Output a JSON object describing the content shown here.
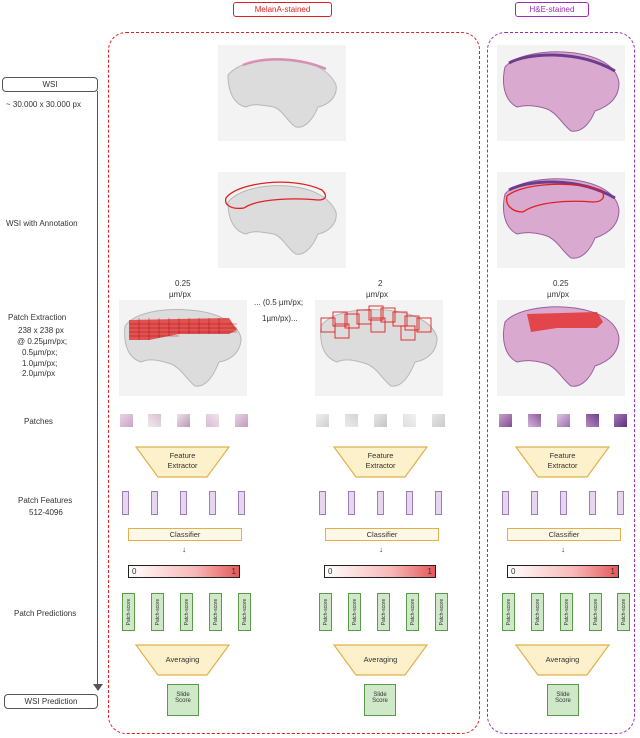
{
  "headers": {
    "melan": "MelanA-stained",
    "he": "H&E-stained"
  },
  "left": {
    "wsi_box": "WSI",
    "wsi_size": "~ 30.000 x 30.000 px",
    "wsi_annotation": "WSI with Annotation",
    "patch_extraction": "Patch Extraction",
    "patch_size": "238 x 238 px",
    "res1": "@ 0.25µm/px;",
    "res2": "0.5µm/px;",
    "res3": "1.0µm/px;",
    "res4": "2.0µm/px",
    "patches": "Patches",
    "patch_features": "Patch Features",
    "feature_dims": "512-4096",
    "patch_predictions": "Patch Predictions",
    "wsi_prediction": "WSI Prediction"
  },
  "melan": {
    "res_left_1": "0.25",
    "res_left_2": "µm/px",
    "res_mid_1": "... (0.5 µm/px;",
    "res_mid_2": "1µm/px)...",
    "res_right_1": "2",
    "res_right_2": "µm/px"
  },
  "he": {
    "res_1": "0.25",
    "res_2": "µm/px"
  },
  "blocks": {
    "feature_extractor_1": "Feature",
    "feature_extractor_2": "Extractor",
    "classifier": "Classifier",
    "bar_min": "0",
    "bar_max": "1",
    "patch_score": "Patch-score",
    "averaging": "Averaging",
    "slide_score_1": "Slide",
    "slide_score_2": "Score"
  },
  "colors": {
    "melan_border": "#e02020",
    "he_border": "#9a2fb5",
    "annotation": "#e02020",
    "classifier_border": "#e0b04a",
    "trapezoid_fill": "#fdf1cc",
    "prediction_fill": "#cfe8c8"
  }
}
